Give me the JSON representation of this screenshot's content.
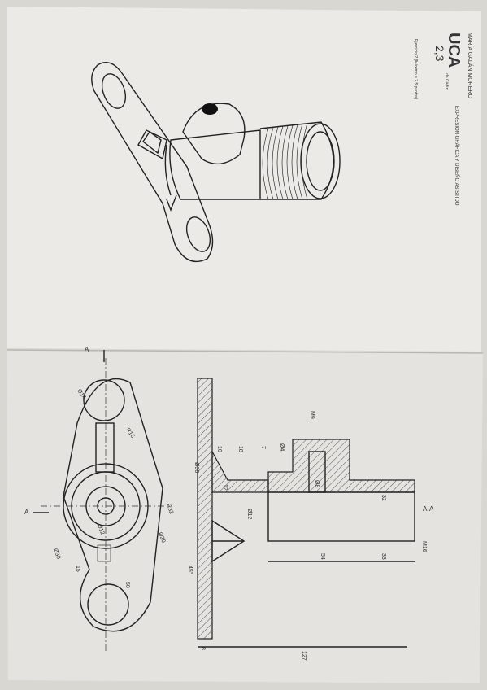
{
  "header": {
    "university": "UCA",
    "department_line": "EXPRESIÓN GRÁFICA Y DISEÑO ASISTIDO",
    "campus_line": "de Cádiz",
    "student_name": "MARÍA GALÁN MORERO",
    "exercise_line": "Ejercicio 2 (Máximo = 2.5 puntos)",
    "grade": "2,3"
  },
  "section_label": "A-A",
  "cut_marks": [
    "A",
    "A"
  ],
  "dimensions": [
    "Ø14",
    "R16",
    "R32",
    "Ø38",
    "Ø20",
    "Ø12",
    "15",
    "50",
    "M16",
    "10",
    "18",
    "7",
    "Ø4",
    "M9",
    "Ø8",
    "12",
    "Ø12",
    "32",
    "54",
    "33",
    "8",
    "127",
    "45°",
    "Ø30"
  ]
}
